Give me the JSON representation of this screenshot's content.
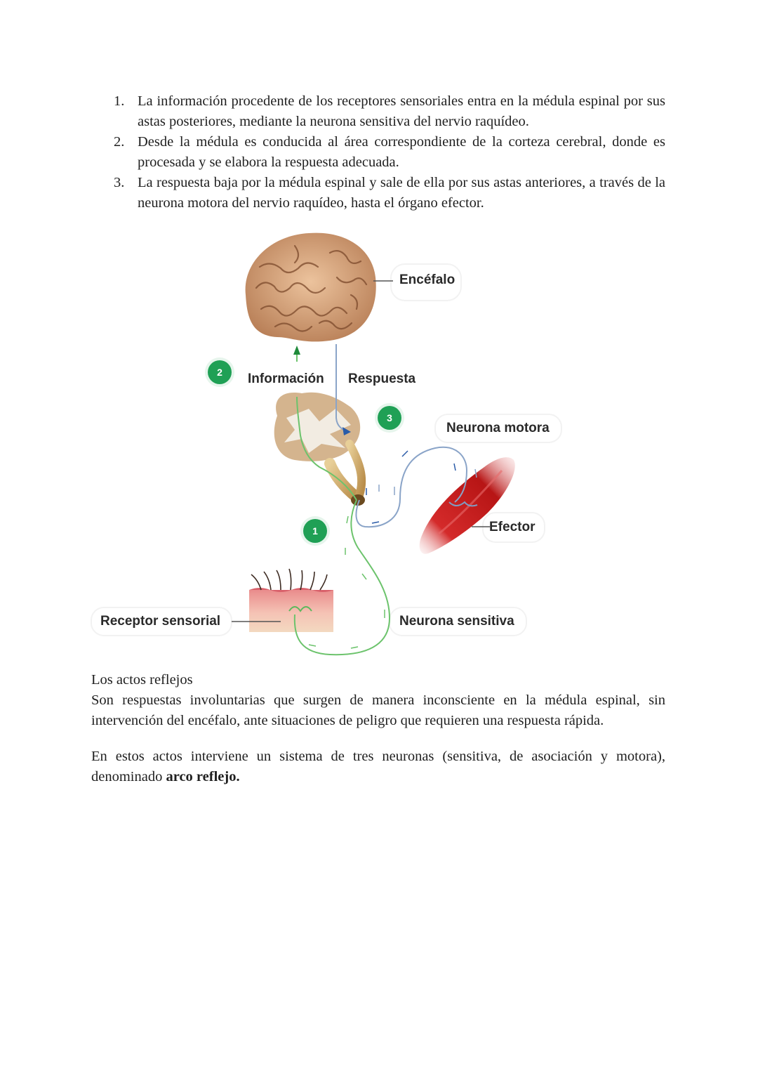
{
  "list_items": [
    {
      "num": "1.",
      "text": "La información procedente de los receptores sensoriales entra en la médula espinal por sus astas posteriores, mediante la neurona sensitiva del nervio raquídeo."
    },
    {
      "num": "2.",
      "text": "Desde la médula es conducida al área correspondiente de la corteza cerebral, donde es procesada y se elabora la respuesta adecuada."
    },
    {
      "num": "3.",
      "text": "La respuesta baja por la médula espinal y sale de ella por sus astas anteriores, a través de la neurona motora del nervio raquídeo, hasta el órgano efector."
    }
  ],
  "diagram": {
    "labels": {
      "encefalo": "Encéfalo",
      "informacion": "Información",
      "respuesta": "Respuesta",
      "neurona_motora": "Neurona motora",
      "efector": "Efector",
      "receptor_sensorial": "Receptor sensorial",
      "neurona_sensitiva": "Neurona sensitiva"
    },
    "badges": {
      "b1": "1",
      "b2": "2",
      "b3": "3"
    },
    "colors": {
      "badge": "#1fa055",
      "sensory": "#5cb85c",
      "motor": "#7f9cc4",
      "muscle": "#c81e1e",
      "brain": "#d9a57a"
    }
  },
  "reflex": {
    "heading": "Los actos reflejos",
    "paragraph": "Son respuestas involuntarias que surgen de manera inconsciente en la médula espinal, sin intervención del encéfalo, ante situaciones de peligro que requieren una respuesta rápida.",
    "p2_start": "En estos actos interviene un sistema de tres neuronas (sensitiva, de asociación y motora), denominado ",
    "p2_bold": "arco reflejo."
  }
}
